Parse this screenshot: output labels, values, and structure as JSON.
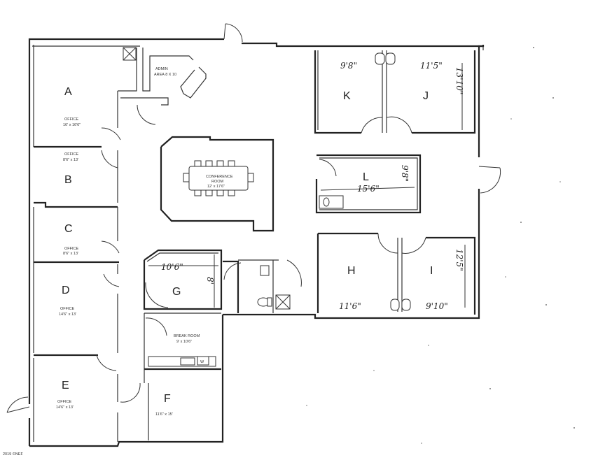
{
  "rooms": {
    "A": {
      "letter": "A",
      "label": "OFFICE",
      "size": "16' x 16'6\""
    },
    "B": {
      "letter": "B",
      "label": "OFFICE",
      "size": "8'6\" x 13'"
    },
    "C": {
      "letter": "C",
      "label": "OFFICE",
      "size": "8'6\" x 13'"
    },
    "D": {
      "letter": "D",
      "label": "OFFICE",
      "size": "14'6\" x 13'"
    },
    "E": {
      "letter": "E",
      "label": "OFFICE",
      "size": "14'6\" x 13'"
    },
    "F": {
      "letter": "F",
      "size": "11'6\" x 15'"
    },
    "G": {
      "letter": "G"
    },
    "H": {
      "letter": "H"
    },
    "I": {
      "letter": "I"
    },
    "J": {
      "letter": "J"
    },
    "K": {
      "letter": "K"
    },
    "L": {
      "letter": "L"
    }
  },
  "labels": {
    "admin_title": "ADMIN",
    "admin_size": "AREA 8 X 10",
    "conference_title": "CONFERENCE",
    "conference_room": "ROOM",
    "conference_size": "12' x 17'6\"",
    "break_room": "BREAK ROOM",
    "break_size": "9' x 10'6\"",
    "washer_mark": "W"
  },
  "handwritten": {
    "k_width": "9'8\"",
    "j_width": "11'5\"",
    "j_depth": "13'10\"",
    "l_width": "15'6\"",
    "l_depth": "9'8\"",
    "g_width": "10'6\"",
    "g_depth": "8'",
    "h_width": "11'6\"",
    "i_width": "9'10\"",
    "i_depth": "12'5\""
  },
  "footer_mark": "2019 ©NEF"
}
